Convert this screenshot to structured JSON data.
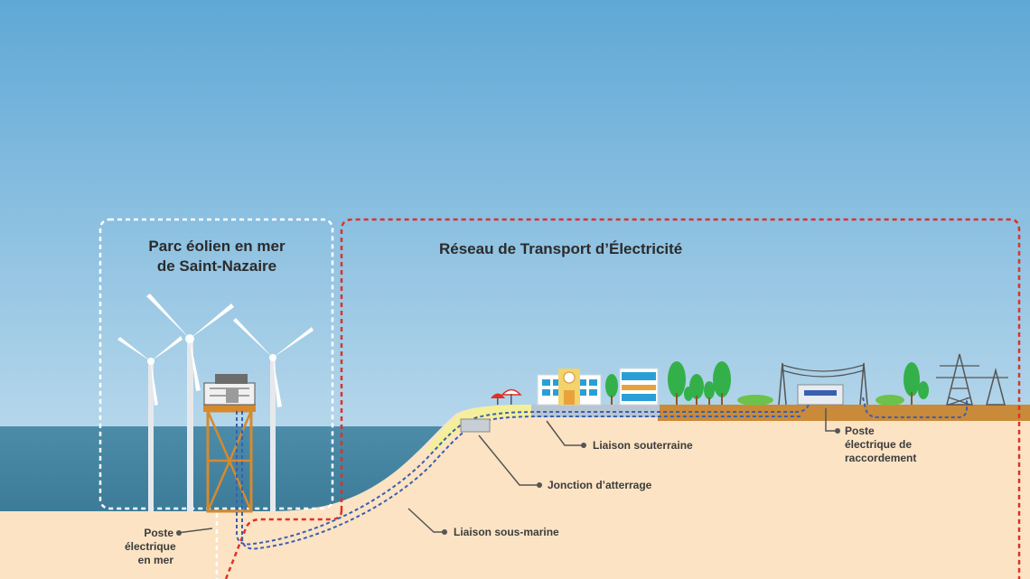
{
  "boxes": {
    "wind_farm_title_line1": "Parc éolien en mer",
    "wind_farm_title_line2": "de Saint-Nazaire",
    "grid_title": "Réseau de Transport d’Électricité"
  },
  "labels": {
    "offshore_substation": [
      "Poste",
      "électrique",
      "en mer"
    ],
    "subsea_link": "Liaison sous-marine",
    "landing_junction": "Jonction d’atterrage",
    "underground_link": "Liaison souterraine",
    "connection_substation": [
      "Poste",
      "électrique de",
      "raccordement"
    ]
  },
  "colors": {
    "sky_top": "#5fa8d6",
    "sky_bottom": "#cfe4f1",
    "sea": "#3d7d9a",
    "seabed": "#fbe3c4",
    "beach": "#f4ef9a",
    "ground": "#c98a3a",
    "wind_farm_border": "#ffffff",
    "grid_border": "#e03126",
    "cable_blue": "#3b5fb0",
    "tree_green": "#34b04a",
    "platform_orange": "#d68a2e"
  }
}
